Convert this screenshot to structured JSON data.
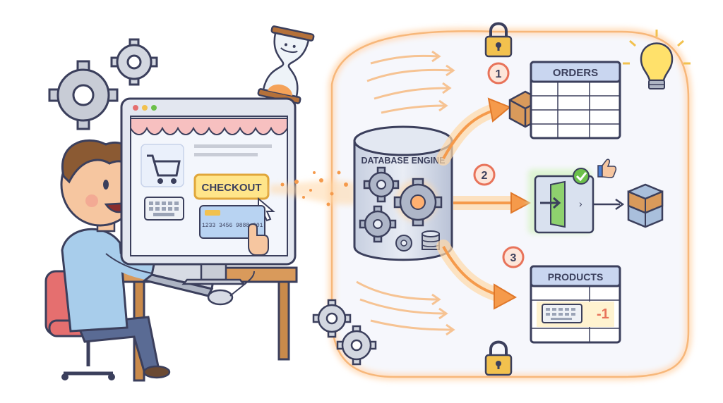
{
  "screen": {
    "checkout_label": "CHECKOUT",
    "card_number": "1233 3456 9888 901"
  },
  "engine": {
    "label": "DATABASE ENGINE"
  },
  "steps": [
    {
      "number": "1"
    },
    {
      "number": "2"
    },
    {
      "number": "3"
    }
  ],
  "tables": {
    "orders_title": "ORDERS",
    "products_title": "PRODUCTS",
    "products_change": "-1"
  },
  "icons": [
    "gear-icon",
    "hourglass-icon",
    "shopping-cart-icon",
    "cursor-icon",
    "hand-pointer-icon",
    "keyboard-icon",
    "credit-card-icon",
    "lock-icon",
    "lightbulb-icon",
    "box-icon",
    "thumbs-up-icon",
    "checkmark-icon",
    "door-enter-icon",
    "cube-icon",
    "database-icon"
  ],
  "colors": {
    "accent_orange": "#f4a259",
    "glow": "#ffd8a8",
    "step_badge": "#e8735a",
    "success_green": "#6cc04a",
    "table_header": "#c9d6f0",
    "lock_gold": "#f2c14e",
    "outline": "#3b3f5c"
  }
}
